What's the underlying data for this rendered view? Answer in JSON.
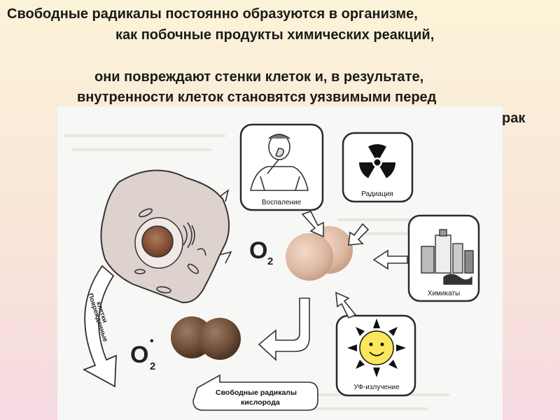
{
  "caption": {
    "line1": "Свободные радикалы постоянно образуются в организме,",
    "line2": "как побочные продукты химических реакций,",
    "line3": "они повреждают стенки клеток и, в результате,",
    "line4": "внутренности клеток становятся  уязвимыми перед",
    "line4_tail": "рак"
  },
  "diagram": {
    "sources": {
      "inflammation": "Воспаление",
      "radiation": "Радиация",
      "chemicals": "Химикаты",
      "uv": "УФ-излучение"
    },
    "oxygen": {
      "o2_symbol": "O",
      "o2_sub": "2",
      "radical_symbol": "O",
      "radical_sub": "2",
      "radical_sup": "•"
    },
    "radicals_label_line1": "Свободные радикалы",
    "radicals_label_line2": "кислорода",
    "damaged_cells_line1": "Поврежденные",
    "damaged_cells_line2": "клетки"
  }
}
